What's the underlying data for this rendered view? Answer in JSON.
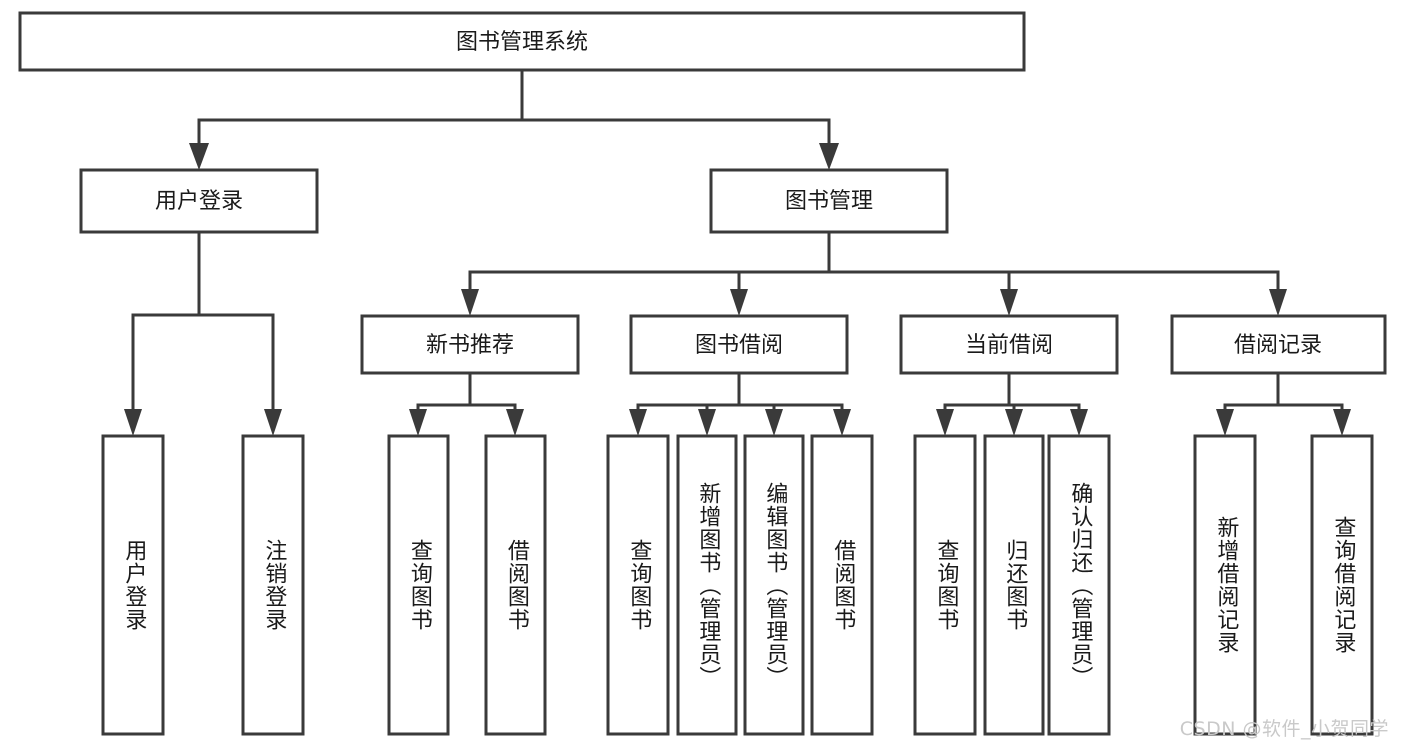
{
  "diagram": {
    "type": "tree",
    "title": "图书管理系统",
    "watermark": "CSDN @软件_小贺同学",
    "colors": {
      "background": "#ffffff",
      "stroke": "#3a3a3a",
      "box_fill": "#ffffff",
      "text": "#1a1a1a",
      "watermark": "#c9c9c9"
    },
    "nodes": {
      "root": {
        "label": "图书管理系统",
        "orientation": "horizontal"
      },
      "level1": [
        {
          "id": "user-login",
          "label": "用户登录",
          "orientation": "horizontal"
        },
        {
          "id": "book-manage",
          "label": "图书管理",
          "orientation": "horizontal"
        }
      ],
      "level2": [
        {
          "id": "new-book-recommend",
          "label": "新书推荐",
          "orientation": "horizontal"
        },
        {
          "id": "book-borrow",
          "label": "图书借阅",
          "orientation": "horizontal"
        },
        {
          "id": "current-borrow",
          "label": "当前借阅",
          "orientation": "horizontal"
        },
        {
          "id": "borrow-record",
          "label": "借阅记录",
          "orientation": "horizontal"
        }
      ],
      "leaves": [
        {
          "id": "leaf-user-login",
          "parent": "user-login",
          "label": "用户登录",
          "orientation": "vertical"
        },
        {
          "id": "leaf-user-logout",
          "parent": "user-login",
          "label": "注销登录",
          "orientation": "vertical"
        },
        {
          "id": "leaf-query-book-1",
          "parent": "new-book-recommend",
          "label": "查询图书",
          "orientation": "vertical"
        },
        {
          "id": "leaf-borrow-book-1",
          "parent": "new-book-recommend",
          "label": "借阅图书",
          "orientation": "vertical"
        },
        {
          "id": "leaf-query-book-2",
          "parent": "book-borrow",
          "label": "查询图书",
          "orientation": "vertical"
        },
        {
          "id": "leaf-add-book",
          "parent": "book-borrow",
          "label": "新增图书（管理员）",
          "orientation": "vertical"
        },
        {
          "id": "leaf-edit-book",
          "parent": "book-borrow",
          "label": "编辑图书（管理员）",
          "orientation": "vertical"
        },
        {
          "id": "leaf-borrow-book-2",
          "parent": "book-borrow",
          "label": "借阅图书",
          "orientation": "vertical"
        },
        {
          "id": "leaf-query-book-3",
          "parent": "current-borrow",
          "label": "查询图书",
          "orientation": "vertical"
        },
        {
          "id": "leaf-return-book",
          "parent": "current-borrow",
          "label": "归还图书",
          "orientation": "vertical"
        },
        {
          "id": "leaf-confirm-return",
          "parent": "current-borrow",
          "label": "确认归还（管理员）",
          "orientation": "vertical"
        },
        {
          "id": "leaf-add-record",
          "parent": "borrow-record",
          "label": "新增借阅记录",
          "orientation": "vertical"
        },
        {
          "id": "leaf-query-record",
          "parent": "borrow-record",
          "label": "查询借阅记录",
          "orientation": "vertical"
        }
      ]
    }
  }
}
